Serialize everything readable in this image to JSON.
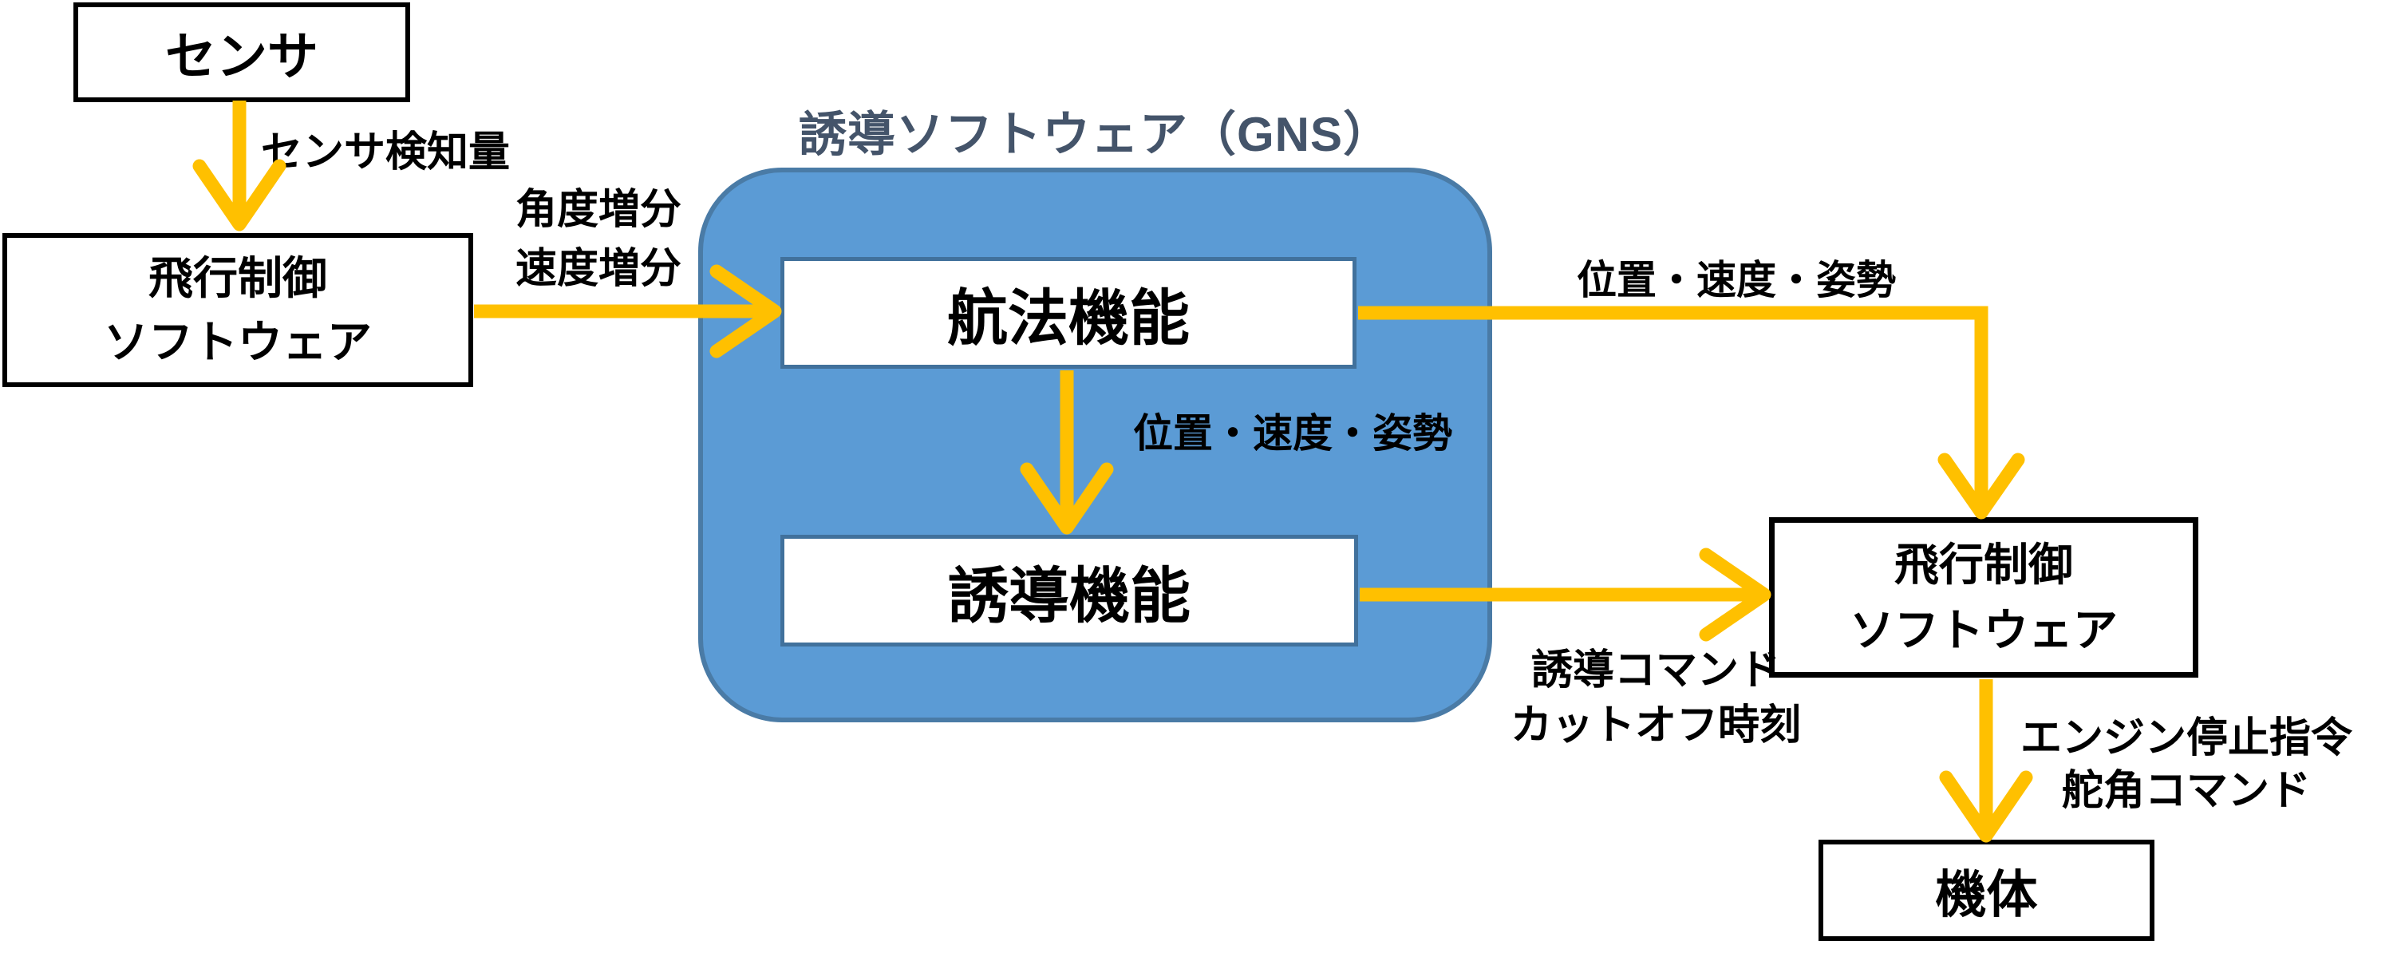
{
  "diagram": {
    "title": "誘導ソフトウェア（GNS）",
    "colors": {
      "container_fill": "#5B9BD5",
      "container_border": "#4A7BA6",
      "inner_box_border": "#41719C",
      "title_text": "#44546A",
      "arrow": "#FFC000",
      "box_border": "#000000",
      "text": "#000000",
      "background": "#ffffff"
    },
    "nodes": {
      "sensor": {
        "label": "センサ"
      },
      "fcs_left": {
        "line1": "飛行制御",
        "line2": "ソフトウェア"
      },
      "nav": {
        "label": "航法機能"
      },
      "guid": {
        "label": "誘導機能"
      },
      "fcs_right": {
        "line1": "飛行制御",
        "line2": "ソフトウェア"
      },
      "vehicle": {
        "label": "機体"
      }
    },
    "edge_labels": {
      "sensor_out": "センサ検知量",
      "fcs_in": [
        "角度増分",
        "速度増分"
      ],
      "nav_to_guid": "位置・速度・姿勢",
      "nav_out": "位置・速度・姿勢",
      "guid_out": [
        "誘導コマンド",
        "カットオフ時刻"
      ],
      "fcs_right_out": [
        "エンジン停止指令",
        "舵角コマンド"
      ]
    }
  }
}
